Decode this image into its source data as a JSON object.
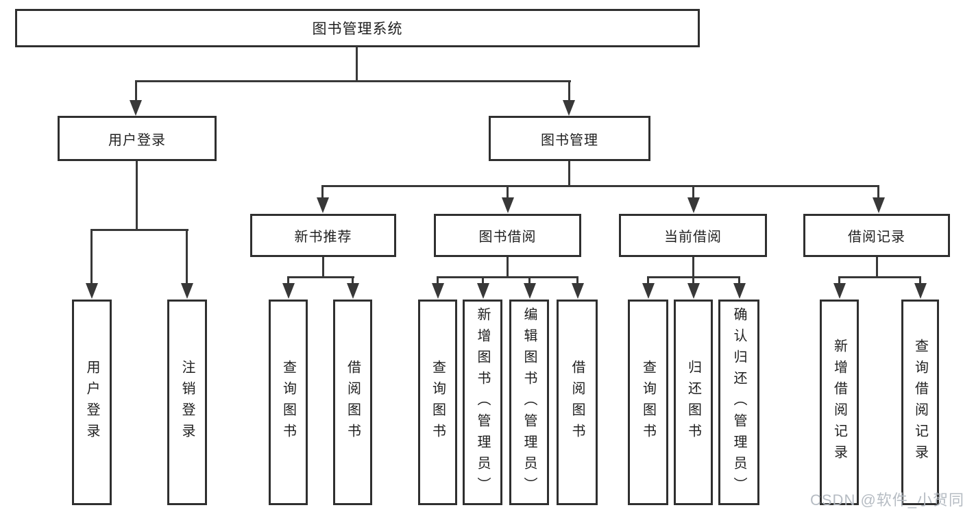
{
  "tree": {
    "root": {
      "label": "图书管理系统"
    },
    "branches": [
      {
        "label": "用户登录",
        "leaves": [
          {
            "label": "用户登录"
          },
          {
            "label": "注销登录"
          }
        ]
      },
      {
        "label": "图书管理",
        "groups": [
          {
            "label": "新书推荐",
            "leaves": [
              {
                "label": "查询图书"
              },
              {
                "label": "借阅图书"
              }
            ]
          },
          {
            "label": "图书借阅",
            "leaves": [
              {
                "label": "查询图书"
              },
              {
                "label": "新增图书（管理员）"
              },
              {
                "label": "编辑图书（管理员）"
              },
              {
                "label": "借阅图书"
              }
            ]
          },
          {
            "label": "当前借阅",
            "leaves": [
              {
                "label": "查询图书"
              },
              {
                "label": "归还图书"
              },
              {
                "label": "确认归还（管理员）"
              }
            ]
          },
          {
            "label": "借阅记录",
            "leaves": [
              {
                "label": "新增借阅记录"
              },
              {
                "label": "查询借阅记录"
              }
            ]
          }
        ]
      }
    ]
  },
  "watermark": {
    "text": "CSDN @软件_小贺同学"
  },
  "colors": {
    "line": "#383838",
    "box_border": "#2f2f2f",
    "text": "#1f1f1f",
    "watermark": "#b2b8c0",
    "background": "#ffffff"
  }
}
